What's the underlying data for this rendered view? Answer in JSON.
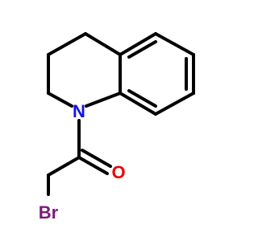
{
  "molecule": {
    "atoms": {
      "nitrogen": {
        "symbol": "N",
        "color": "#1010ee"
      },
      "oxygen": {
        "symbol": "O",
        "color": "#ee0000"
      },
      "bromine": {
        "symbol": "Br",
        "color": "#7a1a7a"
      }
    },
    "bond_color": "#000000"
  }
}
